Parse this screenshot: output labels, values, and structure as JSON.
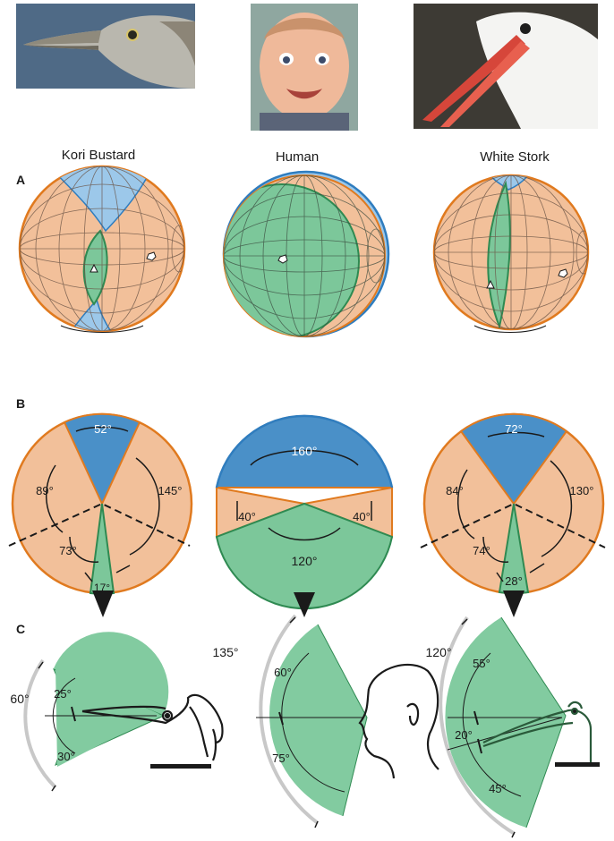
{
  "colors": {
    "orange": "#f2c09a",
    "orange_stroke": "#e07a1f",
    "blue": "#4a90c8",
    "blue_light": "#9cc8ea",
    "green": "#7cc79a",
    "green_stroke": "#2f8a52",
    "green_cone": "#82cba0"
  },
  "species": [
    {
      "name": "Kori Bustard"
    },
    {
      "name": "Human"
    },
    {
      "name": "White Stork"
    }
  ],
  "panels": {
    "a": "A",
    "b": "B",
    "c": "C"
  },
  "panel_b": [
    {
      "top": "52°",
      "left": "89°",
      "right": "145°",
      "lower": "73°",
      "bottom": "17°"
    },
    {
      "top": "160°",
      "left": "40°",
      "right": "40°",
      "bottom": "120°"
    },
    {
      "top": "72°",
      "left": "84°",
      "right": "130°",
      "lower": "74°",
      "bottom": "28°"
    }
  ],
  "panel_c": [
    {
      "total": "60°",
      "upper": "25°",
      "lower": "30°"
    },
    {
      "total": "135°",
      "upper": "60°",
      "lower": "75°"
    },
    {
      "total": "120°",
      "upper": "55°",
      "mid": "20°",
      "lower": "45°"
    }
  ]
}
